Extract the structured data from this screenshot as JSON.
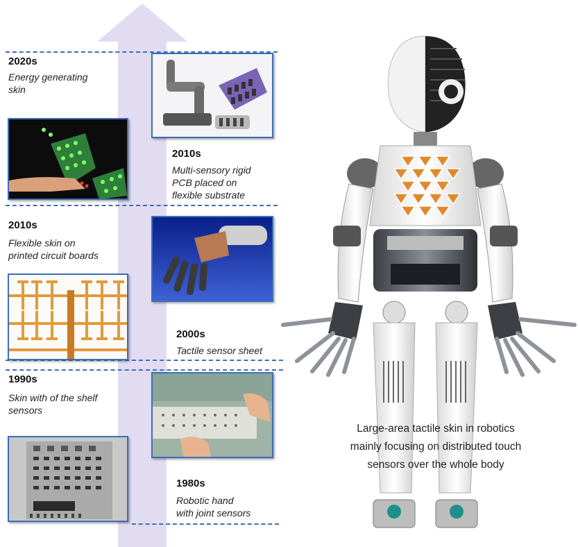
{
  "timeline": [
    {
      "era": "2020s",
      "desc": "Energy generating\nskin"
    },
    {
      "era": "2010s",
      "desc": "Multi-sensory rigid\nPCB placed on\nflexible substrate"
    },
    {
      "era": "2010s",
      "desc": "Flexible skin on\nprinted circuit boards"
    },
    {
      "era": "2000s",
      "desc": "Tactile sensor sheet"
    },
    {
      "era": "1990s",
      "desc": "Skin with of the shelf\nsensors"
    },
    {
      "era": "1980s",
      "desc": "Robotic hand\nwith joint sensors"
    }
  ],
  "caption": {
    "line1": "Large-area tactile skin in robotics",
    "line2": "mainly focusing on distributed touch",
    "line3": "sensors over the whole body"
  },
  "colors": {
    "arrow": "#e2dcf3",
    "dashed_line": "#3f6db5",
    "photo_border": "#3a6fb8",
    "robot_chest_sensor": "#e08a2e"
  }
}
